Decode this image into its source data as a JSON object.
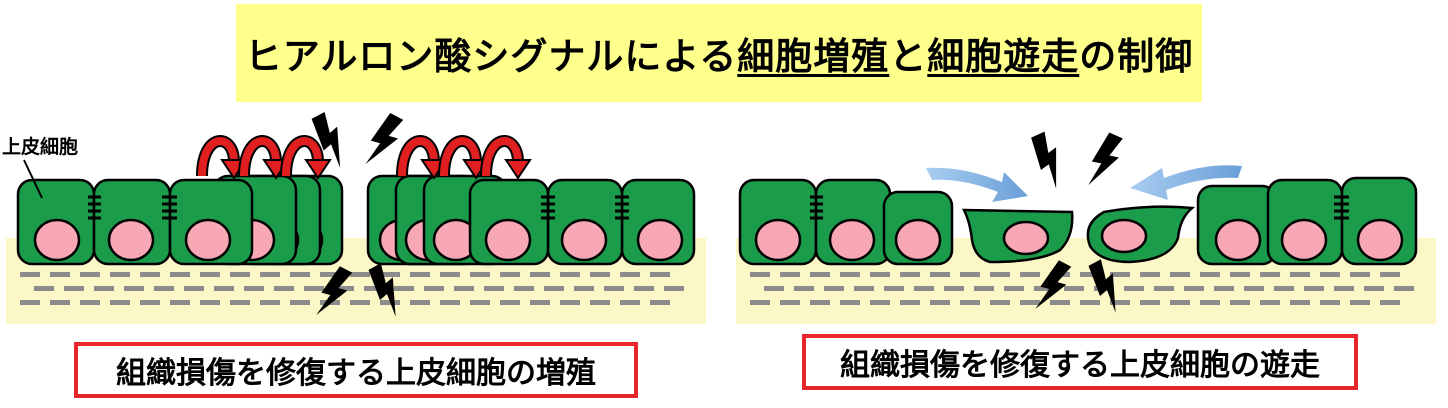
{
  "title": {
    "part1": "ヒアルロン酸シグナルによる",
    "part2": "細胞増殖",
    "part3": "と",
    "part4": "細胞遊走",
    "part5": "の制御"
  },
  "label": "上皮細胞",
  "captions": {
    "left": "組織損傷を修復する上皮細胞の増殖",
    "right": "組織損傷を修復する上皮細胞の遊走"
  },
  "colors": {
    "title_bg": "#ffff8c",
    "tissue": "#fbf7c6",
    "cell": "#1a9c4a",
    "nucleus": "#f8a7b4",
    "proliferation_arrow": "#e02020",
    "migration_arrow": "#7aaee0",
    "caption_border": "#e8252a"
  },
  "icons": {
    "damage": "lightning-bolt-icon",
    "proliferation": "curved-arrow-icon",
    "migration": "arrow-icon"
  }
}
